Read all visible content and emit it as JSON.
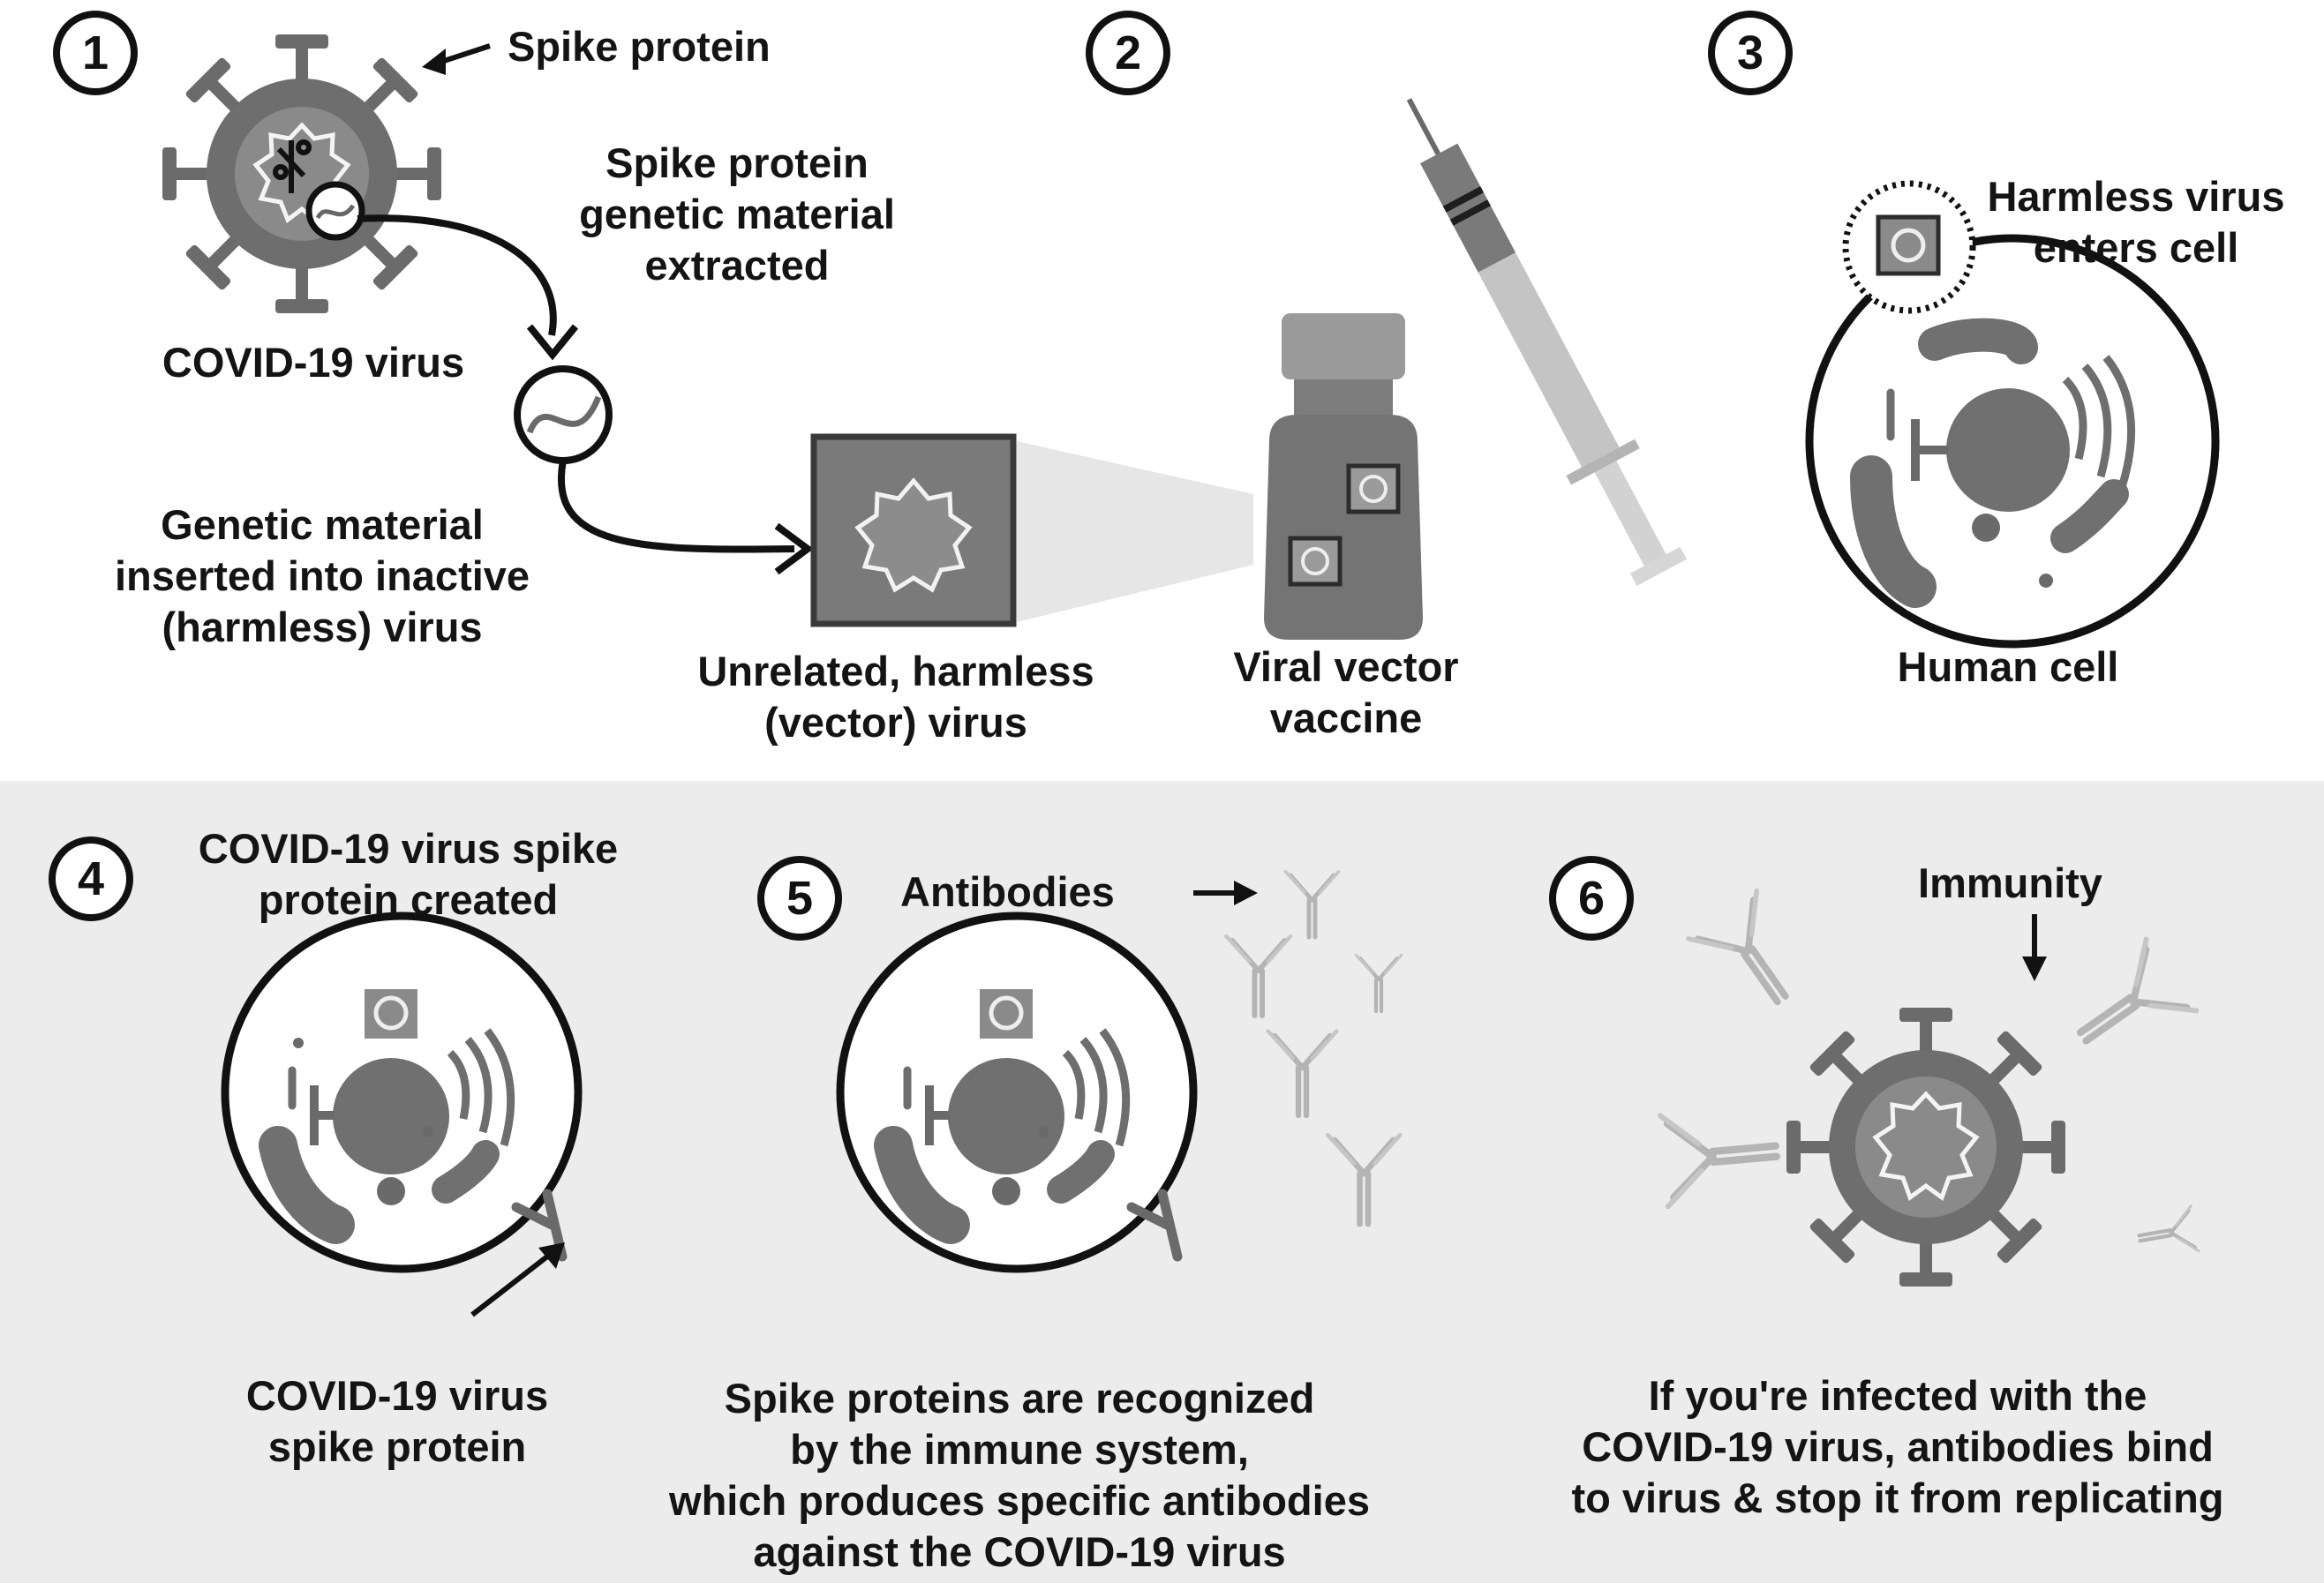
{
  "steps": [
    "1",
    "2",
    "3",
    "4",
    "5",
    "6"
  ],
  "labels": {
    "spike_protein": "Spike protein",
    "genetic_extracted": [
      "Spike protein",
      "genetic material",
      "extracted"
    ],
    "covid_virus": "COVID-19 virus",
    "genetic_inserted": [
      "Genetic material",
      "inserted into inactive",
      "(harmless) virus"
    ],
    "vector_virus": [
      "Unrelated, harmless",
      "(vector) virus"
    ],
    "viral_vector_vaccine": [
      "Viral vector",
      "vaccine"
    ],
    "harmless_enters": [
      "Harmless virus",
      "enters cell"
    ],
    "human_cell": "Human cell",
    "spike_created": [
      "COVID-19 virus spike",
      "protein created"
    ],
    "antibodies": "Antibodies",
    "immunity": "Immunity",
    "covid_spike_protein": [
      "COVID-19 virus",
      "spike protein"
    ],
    "recognized": [
      "Spike proteins are recognized",
      "by the immune system,",
      "which produces specific antibodies",
      "against the COVID-19 virus"
    ],
    "infected": [
      "If you're infected with the",
      "COVID-19 virus, antibodies bind",
      "to virus & stop it from replicating"
    ]
  },
  "colors": {
    "dark": "#1a1a1a",
    "body_gray": "#6e6e6e",
    "light_gray": "#a8a8a8",
    "panel_bg": "#ececec"
  }
}
